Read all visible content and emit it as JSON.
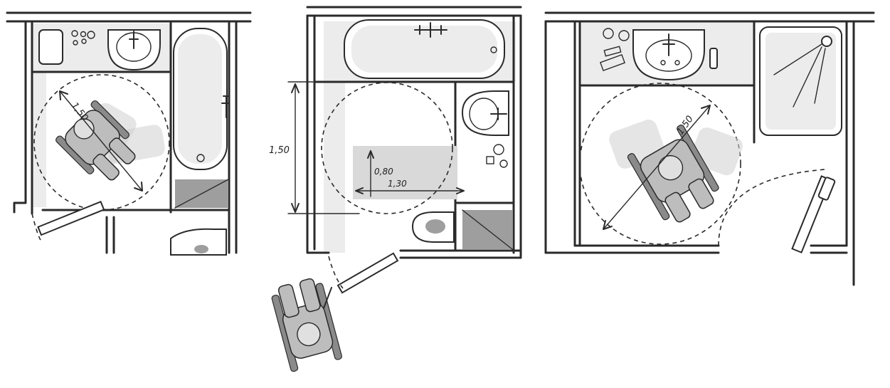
{
  "plans": [
    {
      "dims": {
        "turning_diameter": "1,50"
      }
    },
    {
      "dims": {
        "turning_diameter": "1,50",
        "area_depth": "0,80",
        "area_width": "1,30"
      }
    },
    {
      "dims": {
        "turning_diameter": "1,50"
      }
    }
  ],
  "colors": {
    "ink": "#2a2a2a",
    "floor_wash": "#d9d9d9",
    "wall_wash": "#ececec",
    "tile_dark": "#9e9e9e"
  }
}
